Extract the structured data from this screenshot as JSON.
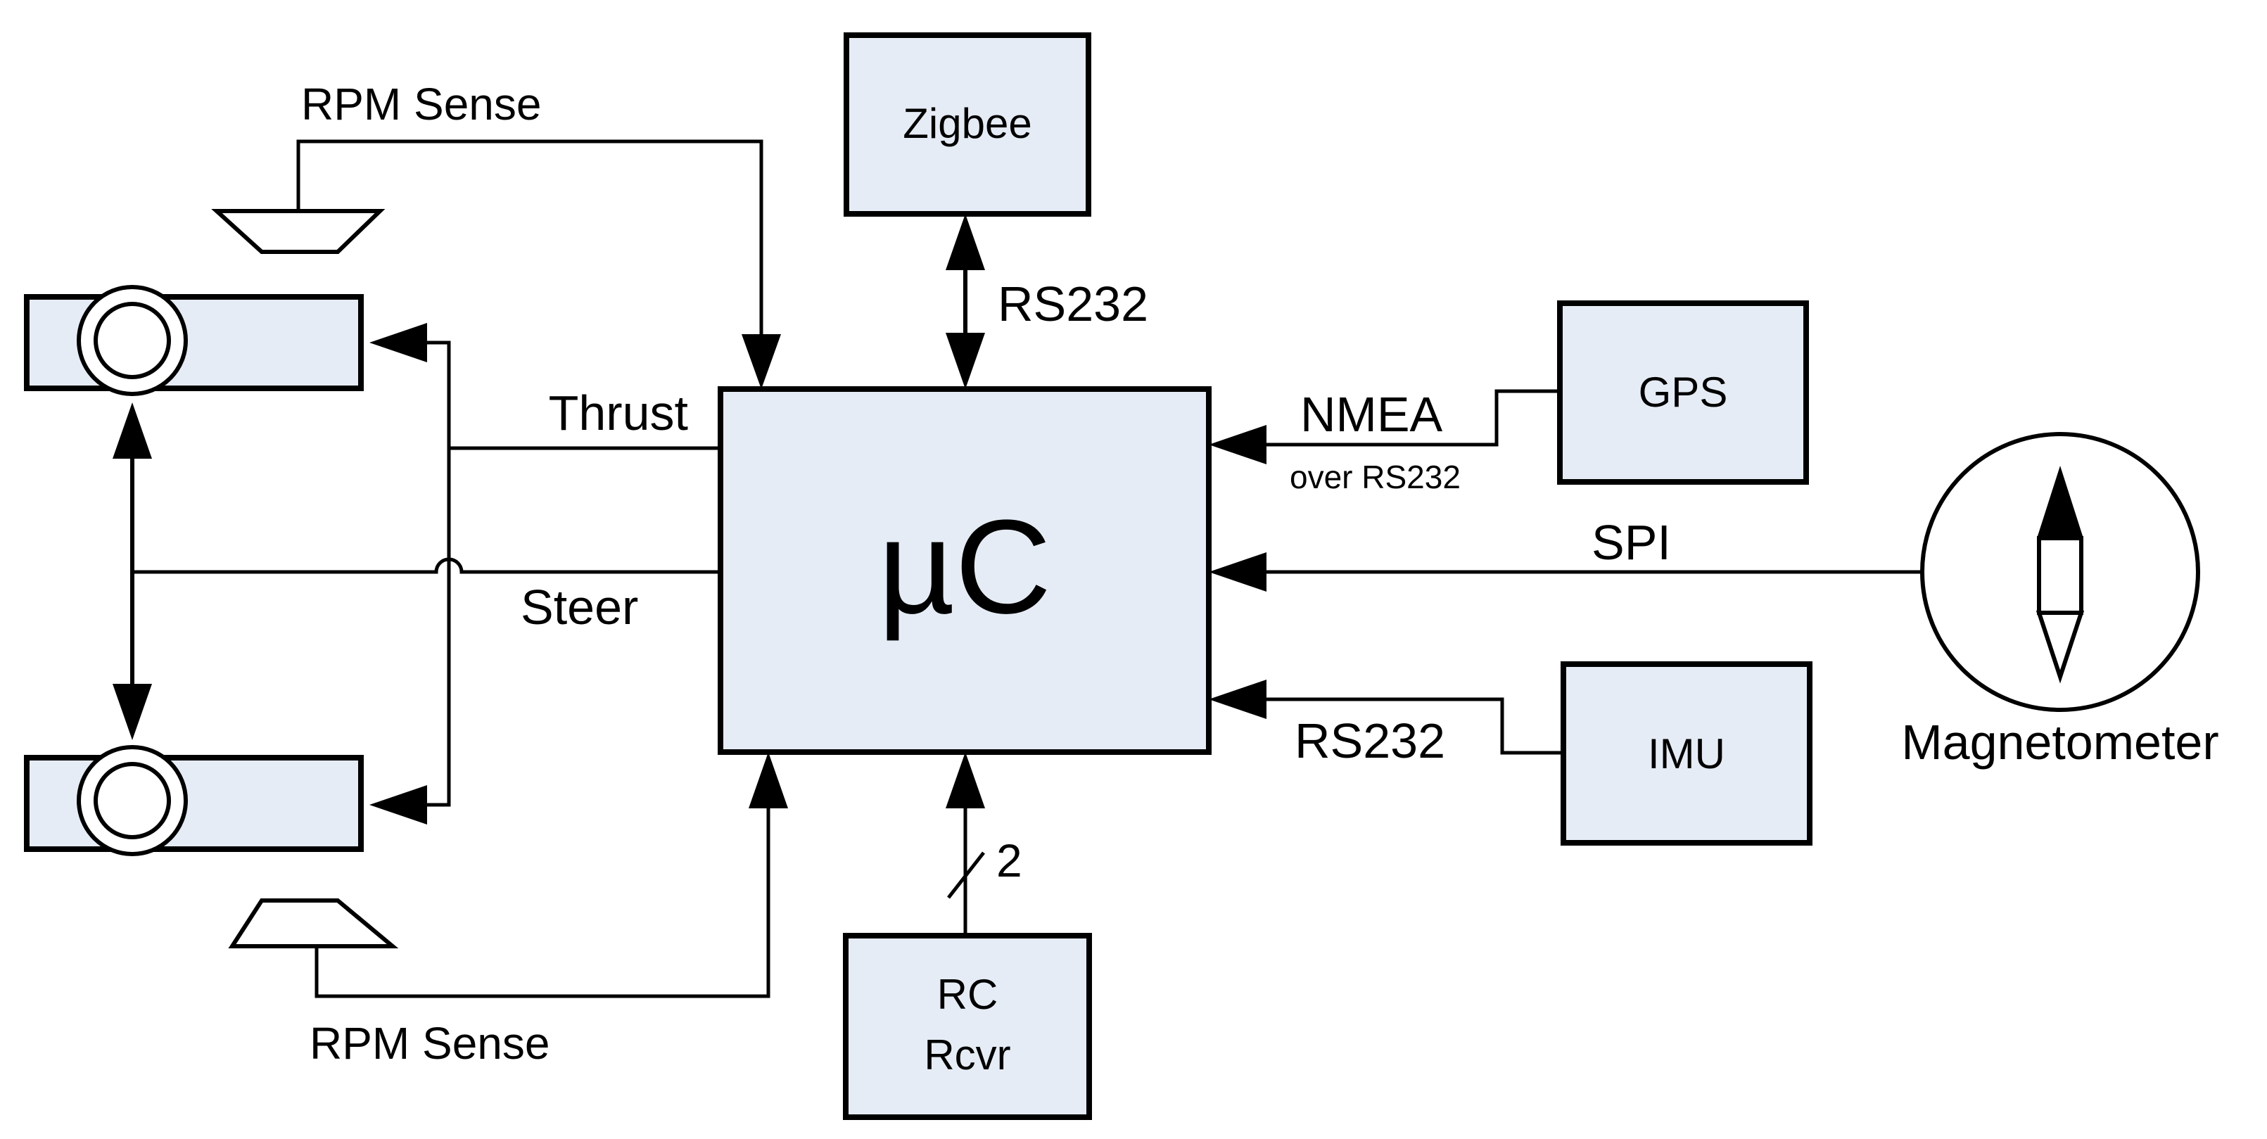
{
  "colors": {
    "block_fill": "#e6ecf5",
    "stroke": "#000000",
    "background": "#ffffff"
  },
  "blocks": {
    "microcontroller": "µC",
    "zigbee": "Zigbee",
    "gps": "GPS",
    "imu": "IMU",
    "rc_receiver_line1": "RC",
    "rc_receiver_line2": "Rcvr",
    "magnetometer": "Magnetometer"
  },
  "signals": {
    "rpm_sense_top": "RPM Sense",
    "rpm_sense_bottom": "RPM Sense",
    "thrust": "Thrust",
    "steer": "Steer",
    "zigbee_link": "RS232",
    "gps_link": "NMEA",
    "gps_link_sub": "over RS232",
    "magnetometer_link": "SPI",
    "imu_link": "RS232",
    "rc_bus_width": "2"
  },
  "icons": [
    "motor-icon",
    "rpm-sensor-icon",
    "compass-icon"
  ]
}
